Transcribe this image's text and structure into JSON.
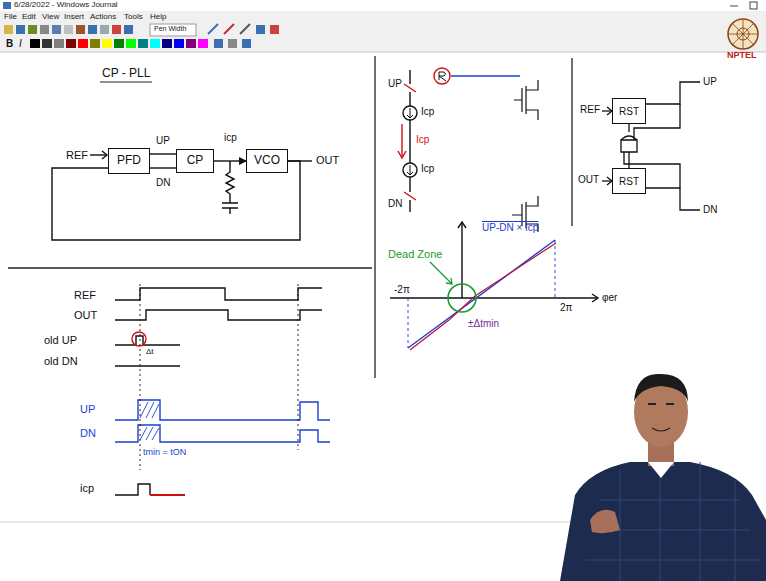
{
  "diagram": {
    "title": "CP - PLL",
    "nodes": [
      {
        "text": [
          "PFD"
        ]
      },
      {
        "text": [
          "CP"
        ]
      },
      {
        "text": [
          "VCO"
        ]
      },
      {
        "text": [
          "RST"
        ]
      },
      {
        "text": [
          "RST"
        ]
      }
    ],
    "edges": [
      {
        "from": 0,
        "to": 1,
        "arrow": "none",
        "label": "UP"
      },
      {
        "from": 0,
        "to": 1,
        "arrow": "none",
        "label": "DN"
      },
      {
        "from": 1,
        "to": 2,
        "arrow": "to",
        "label": "icp"
      },
      {
        "from": 2,
        "to": 0,
        "arrow": "none"
      }
    ],
    "labels": [
      "6/28/2022 - Windows Journal",
      "File",
      "Edit",
      "View",
      "Insert",
      "Actions",
      "Tools",
      "Help",
      "Pen Width",
      "B",
      "I",
      "NPTEL",
      "REF",
      "OUT",
      "REF",
      "OUT",
      "old UP",
      "old DN",
      "Δt",
      "UP",
      "DN",
      "tmin = tON",
      "icp",
      "UP",
      "Icp",
      "Icp",
      "Icp",
      "DN",
      "REF",
      "UP",
      "OUT",
      "DN",
      "UP-DN × Icp",
      "φer",
      "-2π",
      "2π",
      "Dead Zone",
      "±Δtmin"
    ]
  }
}
